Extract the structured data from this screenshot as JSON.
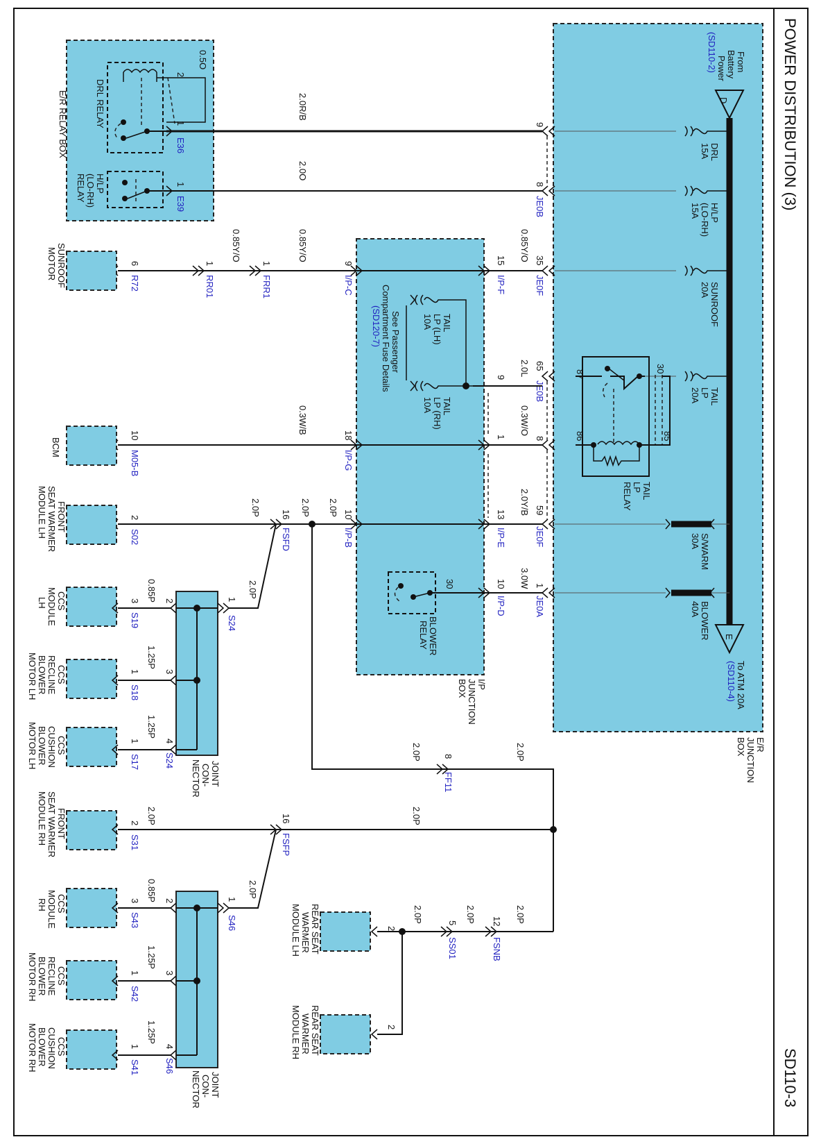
{
  "title": "POWER DISTRIBUTION (3)",
  "page_code": "SD110-3",
  "er_box": {
    "label": [
      "E/R",
      "JUNCTION",
      "BOX"
    ],
    "from_label": [
      "From",
      "Battery",
      "Power"
    ],
    "from_ref": "(SD110-2)",
    "from_pin": "D",
    "to_label": "To ATM 20A",
    "to_ref": "(SD110-4)",
    "to_pin": "E",
    "fuses": {
      "drl": [
        "DRL",
        "15A"
      ],
      "hlp": [
        "H/LP",
        "(LO-RH)",
        "15A"
      ],
      "sunroof": [
        "SUNROOF",
        "20A"
      ],
      "tail": [
        "TAIL",
        "LP",
        "20A"
      ],
      "swarm": [
        "S/WARM",
        "30A"
      ],
      "blower": [
        "BLOWER",
        "40A"
      ]
    },
    "tail_relay": {
      "label": [
        "TAIL",
        "LP",
        "RELAY"
      ],
      "pins": {
        "p30": "30",
        "p87": "87",
        "p86": "86",
        "p85": "85"
      }
    }
  },
  "er_relay_box": {
    "label": "E/R RELAY BOX",
    "drl_relay": {
      "label": "DRL RELAY",
      "pin2": "2",
      "pin1": "1",
      "wire": "0.5O",
      "connector": "E36"
    },
    "hlp_relay": {
      "label": [
        "H/LP",
        "(LO-RH)",
        "RELAY"
      ],
      "pin1": "1",
      "connector": "E39"
    }
  },
  "ip_box": {
    "label": [
      "I/P",
      "JUNCTION",
      "BOX"
    ],
    "note": [
      "See Passenger",
      "Compartment Fuse Details"
    ],
    "note_ref": "(SD120-7)",
    "tail_lh": [
      "TAIL",
      "LP (LH)",
      "10A"
    ],
    "tail_rh": [
      "TAIL",
      "LP (RH)",
      "10A"
    ],
    "blower_relay": {
      "label": [
        "BLOWER",
        "RELAY"
      ],
      "pin": "30"
    }
  },
  "connectors": {
    "je0b": "JE0B",
    "je0f": "JE0F",
    "je0a": "JE0A",
    "ipc": "I/P-C",
    "ipf": "I/P-F",
    "ipg": "I/P-G",
    "ipb": "I/P-B",
    "ipe": "I/P-E",
    "ipd": "I/P-D",
    "frr1": "FRR1",
    "rr01": "RR01",
    "r72": "R72",
    "m05b": "M05-B",
    "fsfd": "FSFD",
    "s02": "S02",
    "s24": "S24",
    "s19": "S19",
    "s18": "S18",
    "s17": "S17",
    "ff11": "FF11",
    "fsfp": "FSFP",
    "s31": "S31",
    "s46": "S46",
    "s43": "S43",
    "s42": "S42",
    "s41": "S41",
    "fsnb": "FSNB",
    "ss01": "SS01"
  },
  "pins": {
    "je0b_9": "9",
    "je0b_8": "8",
    "je0f_35": "35",
    "ipf_15": "15",
    "ipc_9": "9",
    "frr1_1": "1",
    "rr01_1": "1",
    "r72_6": "6",
    "je0b_65": "65",
    "ip_9": "9",
    "je0b_8b": "8",
    "ip_1": "1",
    "ipg_18": "18",
    "m05b_10": "10",
    "je0f_59": "59",
    "ipe_13": "13",
    "ipb_10": "10",
    "fsfd_16": "16",
    "s02_2": "2",
    "je0a_1": "1",
    "ipd_10": "10",
    "s24_1": "1",
    "s24_2": "2",
    "s19_3": "3",
    "s24_3": "3",
    "s18_1": "1",
    "s24_4": "4",
    "s17_1": "1",
    "ff11_8": "8",
    "fsfp_16": "16",
    "s31_2": "2",
    "s46_1": "1",
    "s46_2": "2",
    "s43_3": "3",
    "s46_3": "3",
    "s42_1": "1",
    "s46_4": "4",
    "s41_1": "1",
    "fsnb_12": "12",
    "ss01_5": "5",
    "rear_lh_2": "2",
    "rear_rh_2": "2"
  },
  "wires": {
    "w_drl": "2.0R/B",
    "w_hlp": "2.0O",
    "w_sr1": "0.85Y/O",
    "w_sr2": "0.85Y/O",
    "w_sr3": "0.85Y/O",
    "w_tail": "2.0L",
    "w_bcm1": "0.3W/O",
    "w_bcm2": "0.3W/B",
    "w_sw1": "2.0Y/B",
    "w_sw2": "2.0P",
    "w_sw3": "2.0P",
    "w_sw4": "2.0P",
    "w_blower": "3.0W",
    "w_s24": "2.0P",
    "w_s19": "0.85P",
    "w_s18": "1.25P",
    "w_s17": "1.25P",
    "w_ff11a": "2.0P",
    "w_ff11b": "2.0P",
    "w_fsfp": "2.0P",
    "w_s31": "2.0P",
    "w_s46": "2.0P",
    "w_s43": "0.85P",
    "w_s42": "1.25P",
    "w_s41": "1.25P",
    "w_fsnb": "2.0P",
    "w_ss01a": "2.0P",
    "w_ss01b": "2.0P"
  },
  "components": {
    "sunroof": [
      "SUNROOF",
      "MOTOR"
    ],
    "bcm": [
      "BCM"
    ],
    "fswm_lh": [
      "FRONT",
      "SEAT WARMER",
      "MODULE LH"
    ],
    "ccs_lh": [
      "CCS",
      "MODULE",
      "LH"
    ],
    "ccs_recline_lh": [
      "CCS",
      "RECLINE",
      "BLOWER",
      "MOTOR LH"
    ],
    "ccs_cushion_lh": [
      "CCS",
      "CUSHION",
      "BLOWER",
      "MOTOR LH"
    ],
    "fswm_rh": [
      "FRONT",
      "SEAT WARMER",
      "MODULE RH"
    ],
    "ccs_rh": [
      "CCS",
      "MODULE",
      "RH"
    ],
    "ccs_recline_rh": [
      "CCS",
      "RECLINE",
      "BLOWER",
      "MOTOR RH"
    ],
    "ccs_cushion_rh": [
      "CCS",
      "CUSHION",
      "BLOWER",
      "MOTOR RH"
    ],
    "rear_lh": [
      "REAR SEAT",
      "WARMER",
      "MODULE LH"
    ],
    "rear_rh": [
      "REAR SEAT",
      "WARMER",
      "MODULE RH"
    ],
    "joint1": [
      "JOINT",
      "CON-",
      "NECTOR"
    ],
    "joint2": [
      "JOINT",
      "CON-",
      "NECTOR"
    ]
  }
}
